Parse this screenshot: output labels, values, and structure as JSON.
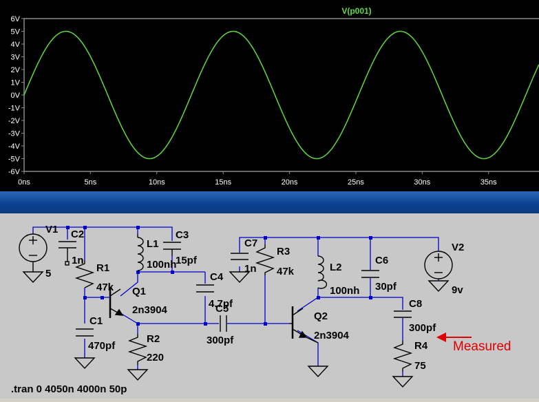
{
  "waveform": {
    "trace_label": "V(p001)",
    "colors": {
      "trace": "#5fdc3c",
      "grid": "#8a8a8a",
      "axis_text": "#ffffff",
      "background": "#000000"
    },
    "chart_data": {
      "type": "line",
      "title": "",
      "series": [
        {
          "name": "V(p001)",
          "amplitude": 5.0,
          "period_ns": 12.6,
          "phase_deg": 0
        }
      ],
      "xlabel": "",
      "ylabel": "",
      "xlim": [
        0,
        38.8
      ],
      "ylim": [
        -6,
        6
      ],
      "x_ticks": [
        "0ns",
        "5ns",
        "10ns",
        "15ns",
        "20ns",
        "25ns",
        "30ns",
        "35ns"
      ],
      "y_ticks": [
        "6V",
        "5V",
        "4V",
        "3V",
        "2V",
        "1V",
        "0V",
        "-1V",
        "-2V",
        "-3V",
        "-4V",
        "-5V",
        "-6V"
      ],
      "grid": false
    }
  },
  "schematic": {
    "colors": {
      "wire": "#0000cc",
      "component": "#000000",
      "node": "#0000cc",
      "annotation": "#dd0000"
    },
    "labels": {
      "v1": "V1",
      "v1_value": "5",
      "c2": "C2",
      "c2_value": "1n",
      "r1": "R1",
      "r1_value": "47k",
      "l1": "L1",
      "l1_value": "100nh",
      "c3": "C3",
      "c3_value": "15pf",
      "q1": "Q1",
      "q1_value": "2n3904",
      "c4": "C4",
      "c4_value": "4.7pf",
      "c1": "C1",
      "c1_value": "470pf",
      "r2": "R2",
      "r2_value": "220",
      "c5": "C5",
      "c5_value": "300pf",
      "c7": "C7",
      "c7_value": "1n",
      "r3": "R3",
      "r3_value": "47k",
      "l2": "L2",
      "l2_value": "100nh",
      "c6": "C6",
      "c6_value": "30pf",
      "v2": "V2",
      "v2_value": "9v",
      "q2": "Q2",
      "q2_value": "2n3904",
      "c8": "C8",
      "c8_value": "300pf",
      "r4": "R4",
      "r4_value": "75",
      "measured": "Measured",
      "spice_directive": ".tran 0 4050n 4000n 50p"
    }
  }
}
